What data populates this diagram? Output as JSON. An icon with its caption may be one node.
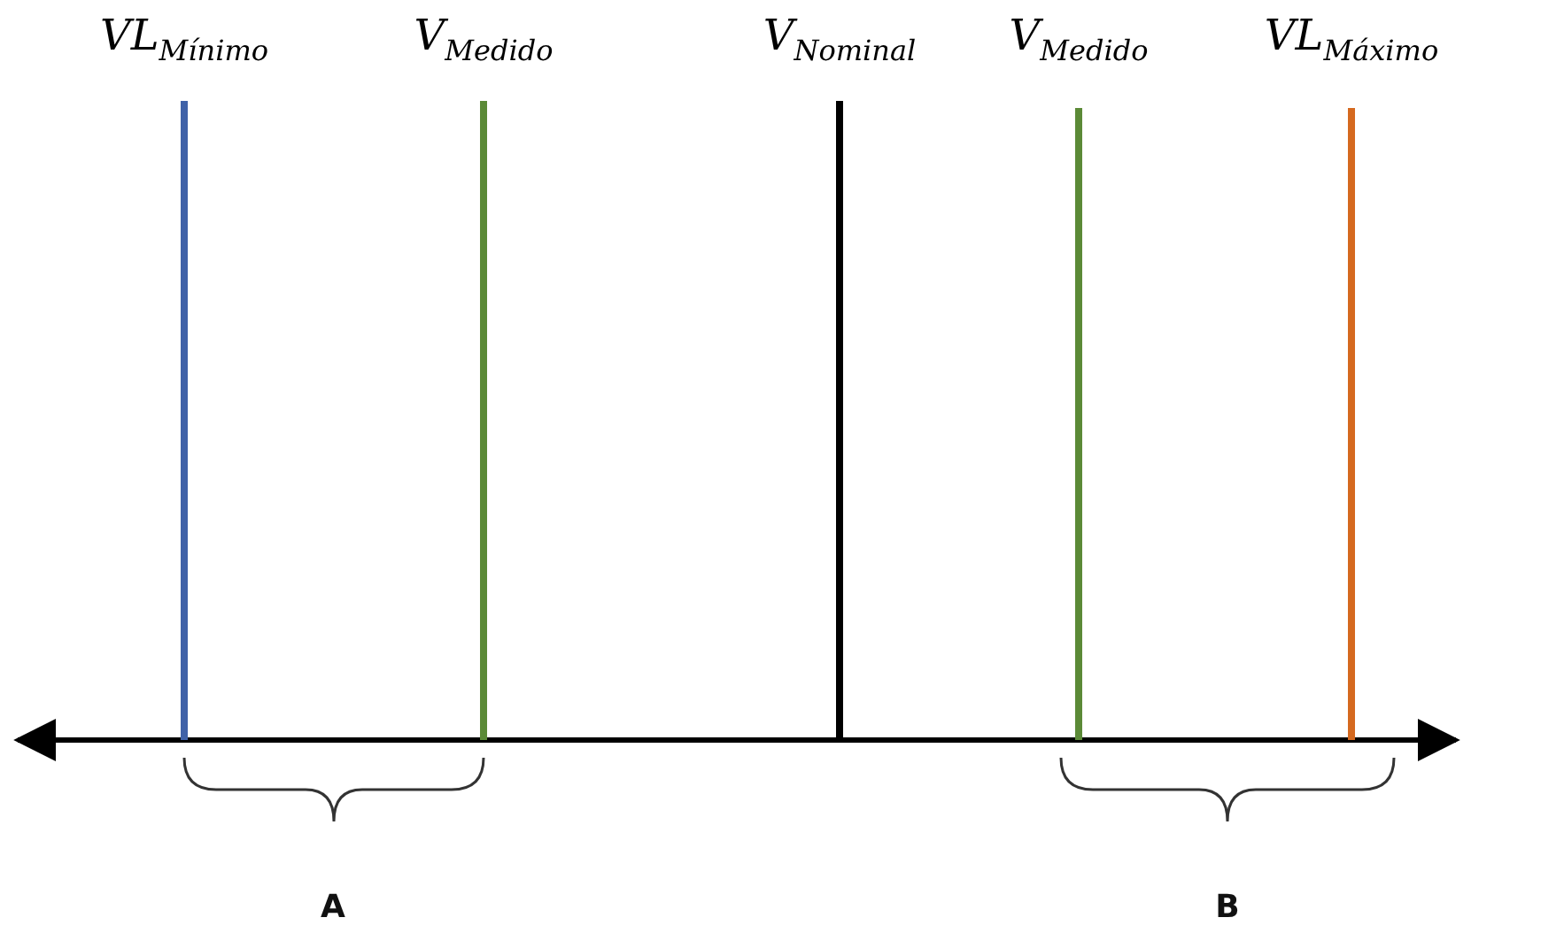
{
  "diagram": {
    "labels": [
      "VL$_{Mínimo}$",
      "V$_{Medido}$",
      "V$_{Nominal}$",
      "V$_{Medido}$",
      "VL$_{Máximo}$",
      "A",
      "B"
    ]
  }
}
